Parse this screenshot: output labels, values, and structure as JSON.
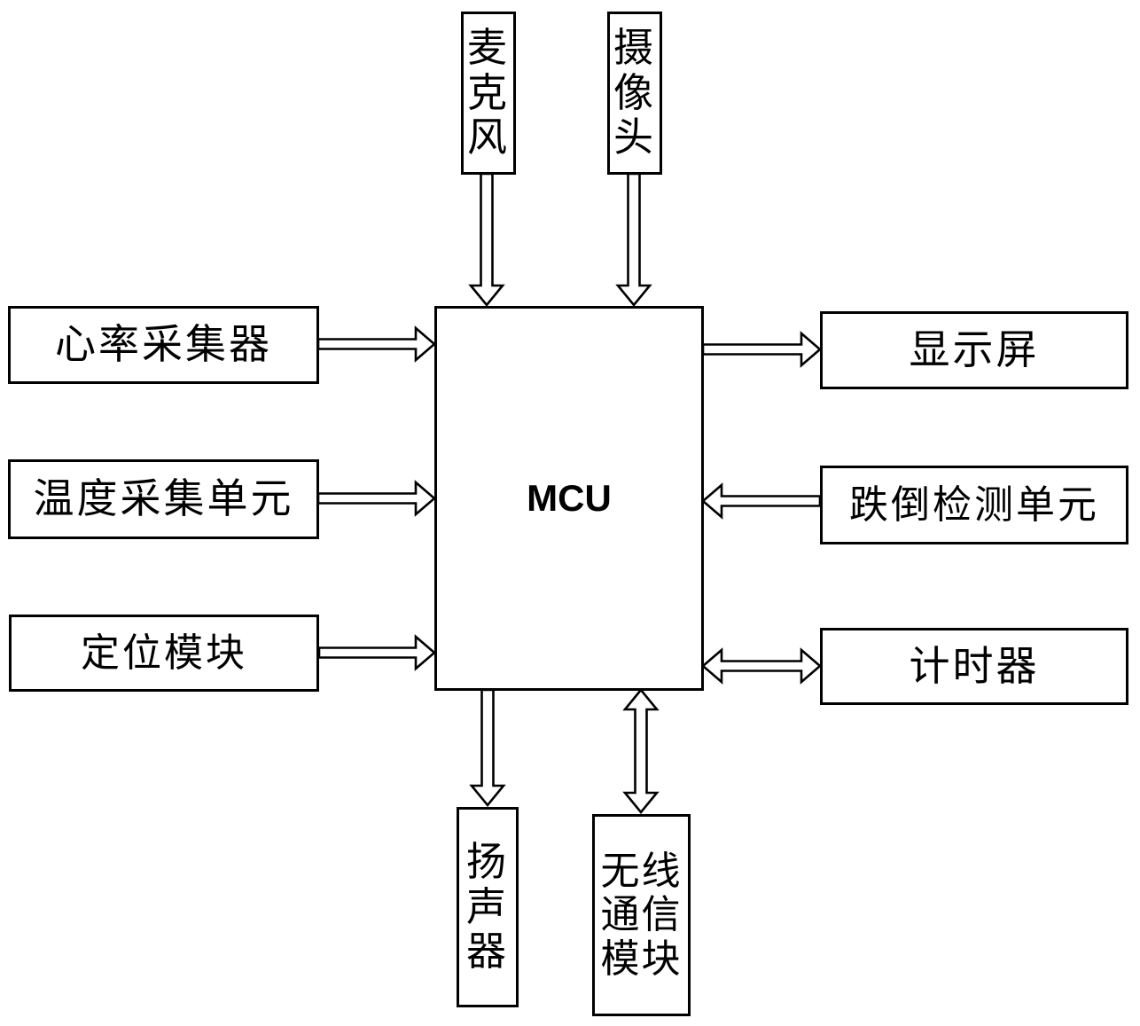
{
  "diagram": {
    "title": "MCU block diagram (elderly-care wearable system)",
    "colors": {
      "line": "#000000",
      "background": "#ffffff"
    },
    "center": {
      "label": "MCU"
    },
    "nodes": {
      "mic": {
        "label": "麦克风"
      },
      "camera": {
        "label": "摄像头"
      },
      "heart_rate": {
        "label": "心率采集器"
      },
      "temperature": {
        "label": "温度采集单元"
      },
      "positioning": {
        "label": "定位模块"
      },
      "display": {
        "label": "显示屏"
      },
      "fall_detection": {
        "label": "跌倒检测单元"
      },
      "timer": {
        "label": "计时器"
      },
      "speaker": {
        "label": "扬声器"
      },
      "wireless": {
        "label": "无线通信模块"
      }
    },
    "connections": [
      {
        "from": "麦克风",
        "to": "MCU",
        "type": "one-way"
      },
      {
        "from": "摄像头",
        "to": "MCU",
        "type": "one-way"
      },
      {
        "from": "心率采集器",
        "to": "MCU",
        "type": "one-way"
      },
      {
        "from": "温度采集单元",
        "to": "MCU",
        "type": "one-way"
      },
      {
        "from": "定位模块",
        "to": "MCU",
        "type": "one-way"
      },
      {
        "from": "MCU",
        "to": "显示屏",
        "type": "one-way"
      },
      {
        "from": "跌倒检测单元",
        "to": "MCU",
        "type": "one-way"
      },
      {
        "from": "MCU",
        "to": "计时器",
        "type": "two-way"
      },
      {
        "from": "MCU",
        "to": "扬声器",
        "type": "one-way"
      },
      {
        "from": "MCU",
        "to": "无线通信模块",
        "type": "two-way"
      }
    ]
  }
}
